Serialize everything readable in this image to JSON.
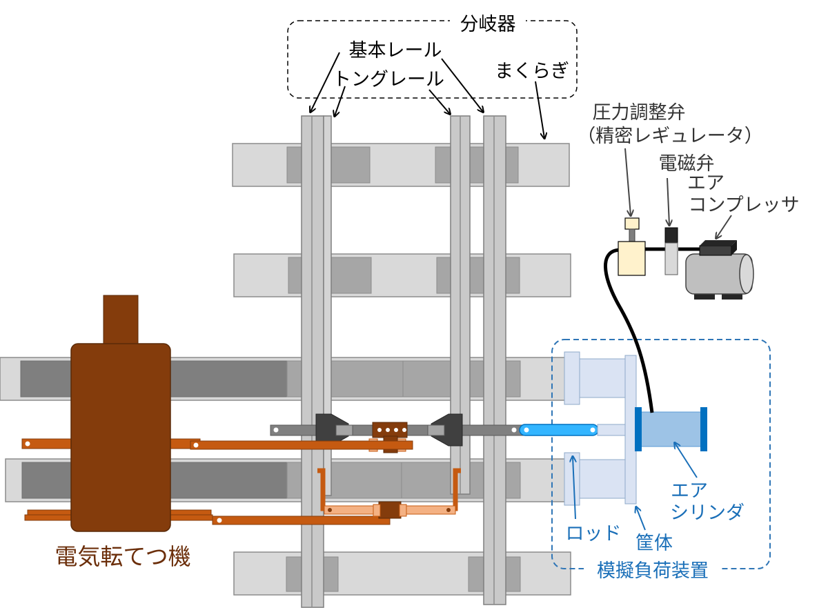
{
  "labels": {
    "turnout": "分岐器",
    "stock_rail": "基本レール",
    "tongue_rail": "トングレール",
    "sleeper": "まくらぎ",
    "pressure_valve_line1": "圧力調整弁",
    "pressure_valve_line2": "（精密レギュレータ）",
    "solenoid_valve": "電磁弁",
    "air_compressor_line1": "エア",
    "air_compressor_line2": "コンプレッサ",
    "air_cylinder_line1": "エア",
    "air_cylinder_line2": "シリンダ",
    "rod": "ロッド",
    "housing": "筐体",
    "simulated_load_device": "模擬負荷装置",
    "point_machine": "電気転てつ機"
  },
  "colors": {
    "sleeper": "#d9d9d9",
    "sleeper_dark": "#a6a6a6",
    "rail": "#bfbfbf",
    "point_machine": "#843c0c",
    "orange_rod": "#c55a11",
    "orange_light": "#f4b183",
    "blue_cylinder": "#9dc3e6",
    "blue_frame": "#0070c0",
    "blue_rod": "#33b5ff",
    "housing_pale": "#dae3f3",
    "regulator": "#fff2cc",
    "compressor": "#bfbfbf",
    "dashed_blue": "#2e75b6"
  }
}
